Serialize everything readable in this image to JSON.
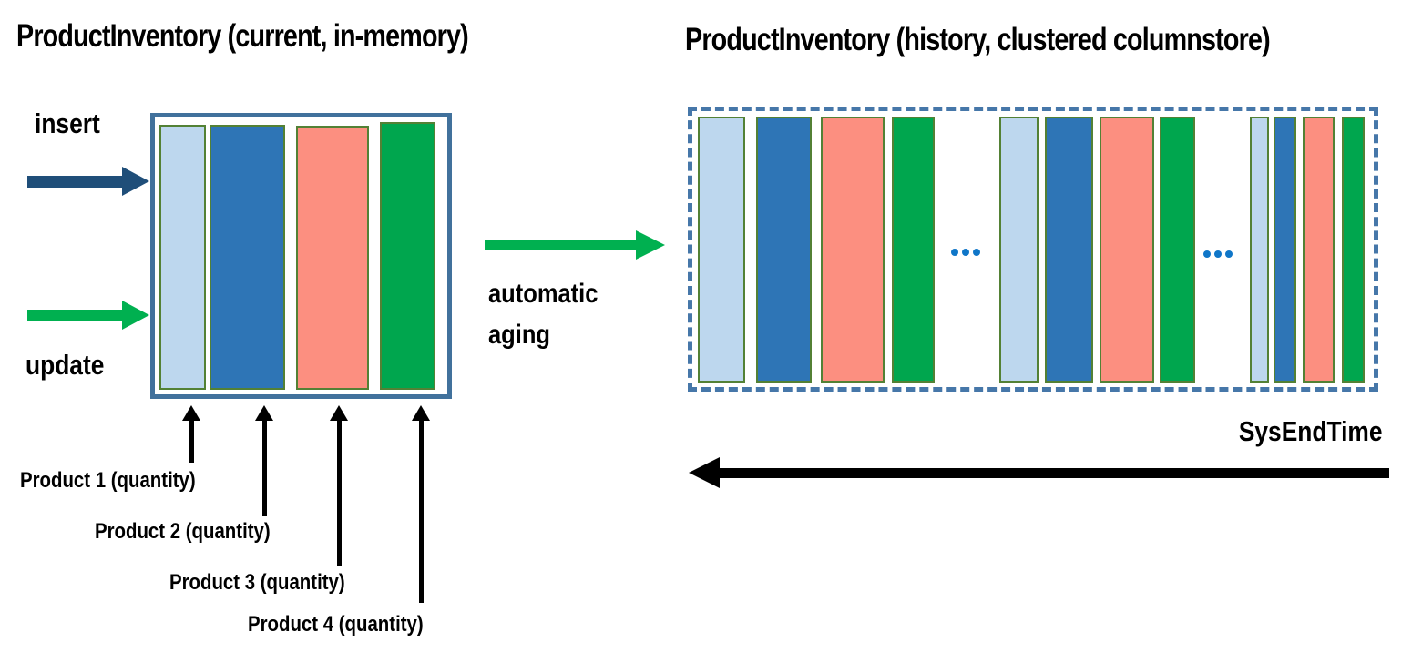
{
  "palette": {
    "light_blue": "#bdd7ee",
    "dark_blue": "#2e75b6",
    "salmon": "#fc8f80",
    "green": "#00a64e",
    "bar_border": "#538135",
    "current_box_border": "#41719c",
    "history_box_border": "#4677a9",
    "ellipsis_blue": "#0f76c8",
    "insert_arrow": "#1f4e79",
    "update_arrow": "#00b050",
    "aging_arrow": "#00b050",
    "black_arrow": "#000000"
  },
  "current_table": {
    "title": "ProductInventory (current, in-memory)",
    "insert_label": "insert",
    "update_label": "update",
    "bars": [
      "light_blue",
      "dark_blue",
      "salmon",
      "green"
    ]
  },
  "history_table": {
    "title": "ProductInventory (history, clustered columnstore)",
    "ellipsis": "...",
    "groups": [
      [
        "light_blue",
        "dark_blue",
        "salmon",
        "green"
      ],
      [
        "light_blue",
        "dark_blue",
        "salmon",
        "green"
      ],
      [
        "light_blue",
        "dark_blue",
        "salmon",
        "green"
      ]
    ]
  },
  "aging_label": {
    "line1": "automatic",
    "line2": "aging"
  },
  "sys_end_time": {
    "label": "SysEndTime"
  },
  "product_labels": [
    "Product 1 (quantity)",
    "Product 2 (quantity)",
    "Product 3 (quantity)",
    "Product 4 (quantity)"
  ]
}
